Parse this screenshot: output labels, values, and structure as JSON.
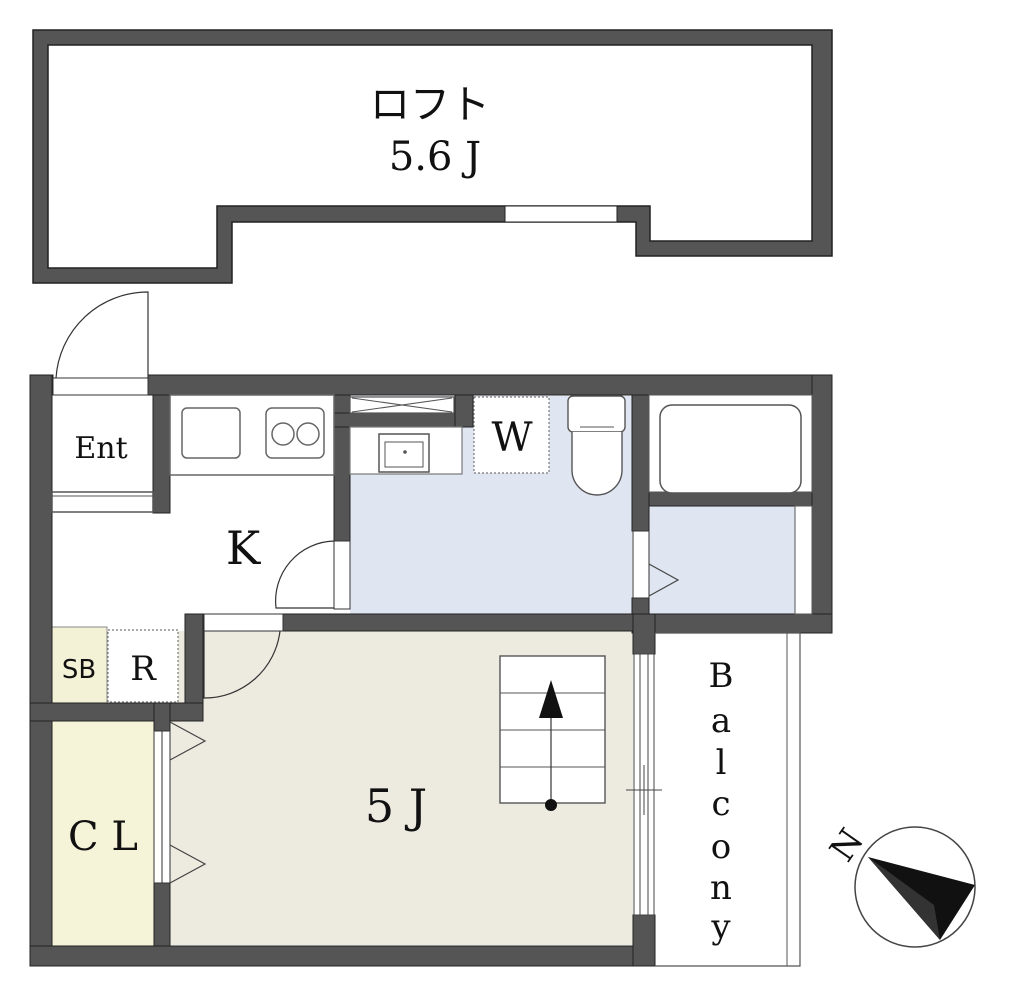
{
  "labels": {
    "loft_name": "ロフト",
    "loft_size": "5.6 J",
    "entrance": "Ent",
    "kitchen": "K",
    "washer": "W",
    "shoe_box": "SB",
    "refrigerator": "R",
    "main_room": "5 J",
    "closet": "C L",
    "balcony": [
      "B",
      "a",
      "l",
      "c",
      "o",
      "n",
      "y"
    ],
    "compass": "N"
  },
  "colors": {
    "wall": "#555555",
    "wall_edge": "#222222",
    "bath_area": "#dfe6f2",
    "main_room": "#edeae0",
    "closet": "#f6f4d8",
    "shoe_box": "#f3f1d6",
    "fixture_line": "#666666"
  }
}
